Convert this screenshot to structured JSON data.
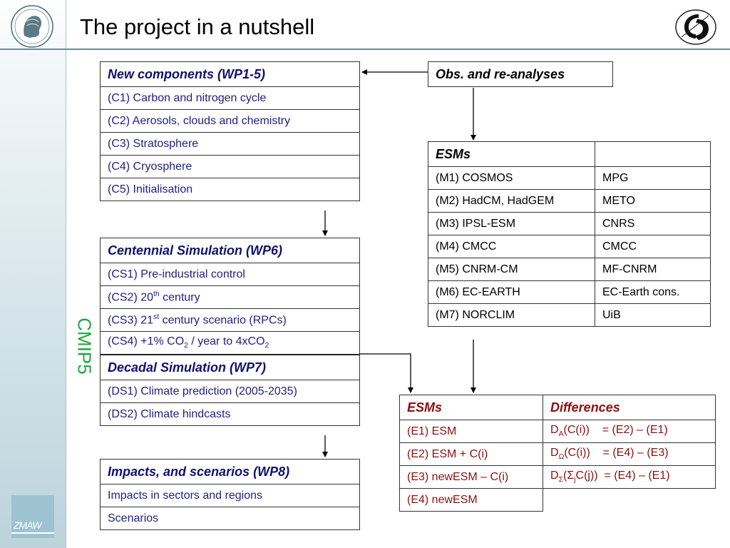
{
  "title": "The project in a nutshell",
  "sidebar_label": "CMIP5",
  "footer_logo": "ZMAW",
  "new_components": {
    "header": "New components (WP1-5)",
    "rows": [
      "(C1) Carbon and nitrogen cycle",
      "(C2) Aerosols, clouds and chemistry",
      "(C3) Stratosphere",
      "(C4) Cryosphere",
      "(C5) Initialisation"
    ]
  },
  "obs_box": {
    "label": "Obs. and re-analyses"
  },
  "esms": {
    "header": "ESMs",
    "rows": [
      {
        "model": "(M1) COSMOS",
        "institute": "MPG"
      },
      {
        "model": "(M2) HadCM, HadGEM",
        "institute": "METO"
      },
      {
        "model": "(M3) IPSL-ESM",
        "institute": "CNRS"
      },
      {
        "model": "(M4) CMCC",
        "institute": "CMCC"
      },
      {
        "model": "(M5) CNRM-CM",
        "institute": "MF-CNRM"
      },
      {
        "model": "(M6) EC-EARTH",
        "institute": "EC-Earth cons."
      },
      {
        "model": "(M7) NORCLIM",
        "institute": "UiB"
      }
    ]
  },
  "centennial": {
    "header": "Centennial Simulation (WP6)",
    "cs1": "(CS1) Pre-industrial control",
    "cs2": {
      "pre": "(CS2) 20",
      "sup": "th",
      "post": " century"
    },
    "cs3": {
      "pre": "(CS3) 21",
      "sup": "st",
      "post": " century scenario (RPCs)"
    },
    "cs4": {
      "pre": "(CS4) +1% CO",
      "sub1": "2",
      "mid": " / year to 4xCO",
      "sub2": "2"
    }
  },
  "decadal": {
    "header": "Decadal Simulation (WP7)",
    "rows": [
      "(DS1) Climate prediction (2005-2035)",
      "(DS2) Climate hindcasts"
    ]
  },
  "impacts": {
    "header": "Impacts, and scenarios (WP8)",
    "rows": [
      "Impacts in sectors and regions",
      "Scenarios"
    ]
  },
  "results": {
    "header_left": "ESMs",
    "header_right": "Differences",
    "rows": [
      {
        "exp": "(E1) ESM",
        "d": "D",
        "sub": "A",
        "expr": "(C(i))",
        "eq": "= (E2) – (E1)"
      },
      {
        "exp": "(E2) ESM + C(i)",
        "d": "D",
        "sub": "Ω",
        "expr": "(C(i))",
        "eq": "= (E4) – (E3)"
      },
      {
        "exp": "(E3) newESM – C(i)",
        "d": "D",
        "sub": "Σ",
        "expr_a": "(Σ",
        "sub2": "j",
        "expr_b": "C(j))",
        "eq": "= (E4) – (E1)"
      },
      {
        "exp": "(E4) newESM"
      }
    ]
  }
}
